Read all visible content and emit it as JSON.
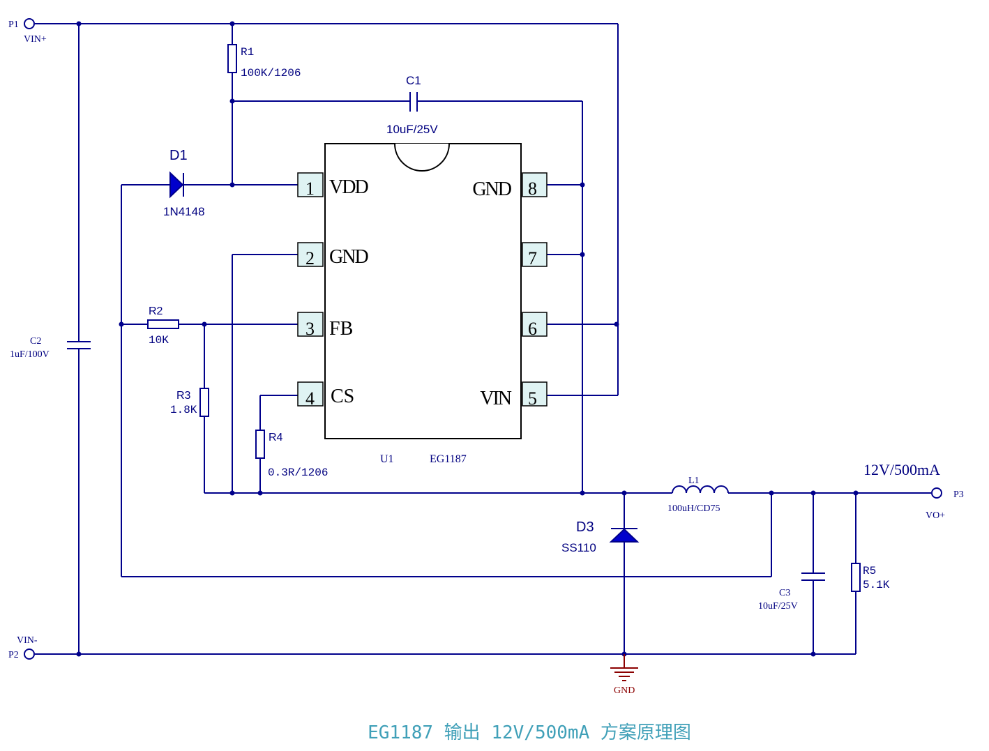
{
  "ports": {
    "p1": {
      "ref": "P1",
      "net": "VIN+"
    },
    "p2": {
      "ref": "P2",
      "net": "VIN-"
    },
    "p3": {
      "ref": "P3",
      "net": "VO+"
    }
  },
  "output_spec": "12V/500mA",
  "ic": {
    "ref": "U1",
    "part": "EG1187",
    "pins": [
      {
        "num": "1",
        "name": "VDD"
      },
      {
        "num": "2",
        "name": "GND"
      },
      {
        "num": "3",
        "name": "FB"
      },
      {
        "num": "4",
        "name": "CS"
      },
      {
        "num": "5",
        "name": "VIN"
      },
      {
        "num": "6",
        "name": ""
      },
      {
        "num": "7",
        "name": ""
      },
      {
        "num": "8",
        "name": "GND"
      }
    ]
  },
  "components": {
    "r1": {
      "ref": "R1",
      "value": "100K/1206"
    },
    "r2": {
      "ref": "R2",
      "value": "10K"
    },
    "r3": {
      "ref": "R3",
      "value": "1.8K"
    },
    "r4": {
      "ref": "R4",
      "value": "0.3R/1206"
    },
    "r5": {
      "ref": "R5",
      "value": "5.1K"
    },
    "c1": {
      "ref": "C1",
      "value": "10uF/25V"
    },
    "c2": {
      "ref": "C2",
      "value": "1uF/100V"
    },
    "c3": {
      "ref": "C3",
      "value": "10uF/25V"
    },
    "d1": {
      "ref": "D1",
      "value": "1N4148"
    },
    "d3": {
      "ref": "D3",
      "value": "SS110"
    },
    "l1": {
      "ref": "L1",
      "value": "100uH/CD75"
    }
  },
  "ground_label": "GND",
  "caption": "EG1187 输出 12V/500mA 方案原理图",
  "colors": {
    "wire": "#00008b",
    "ground": "#8b0000",
    "pin_box": "#dff3f3",
    "caption": "#40a0b8"
  }
}
